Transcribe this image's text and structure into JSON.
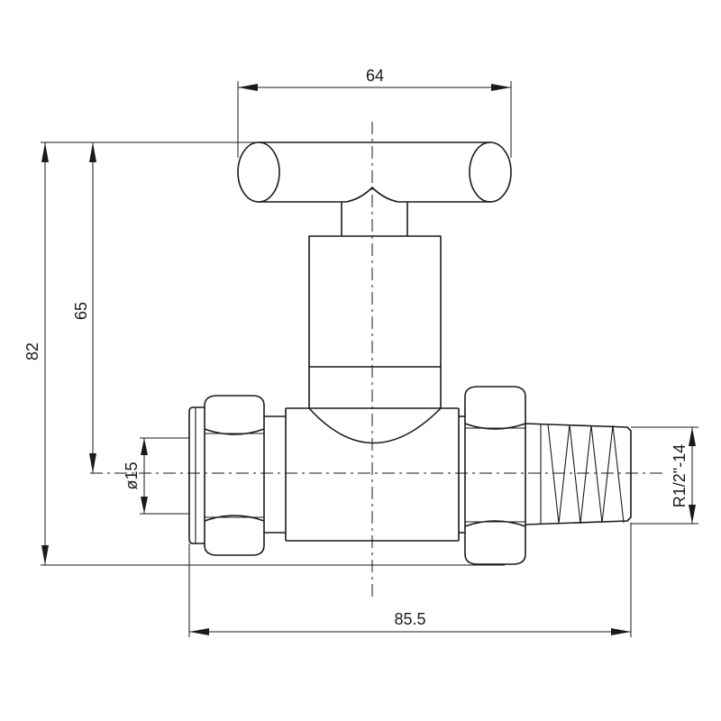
{
  "dimensions": {
    "handle_width": "64",
    "total_height": "82",
    "centre_height": "65",
    "inlet_diameter": "ø15",
    "outlet_thread": "R1/2\"-14",
    "total_length": "85.5"
  }
}
